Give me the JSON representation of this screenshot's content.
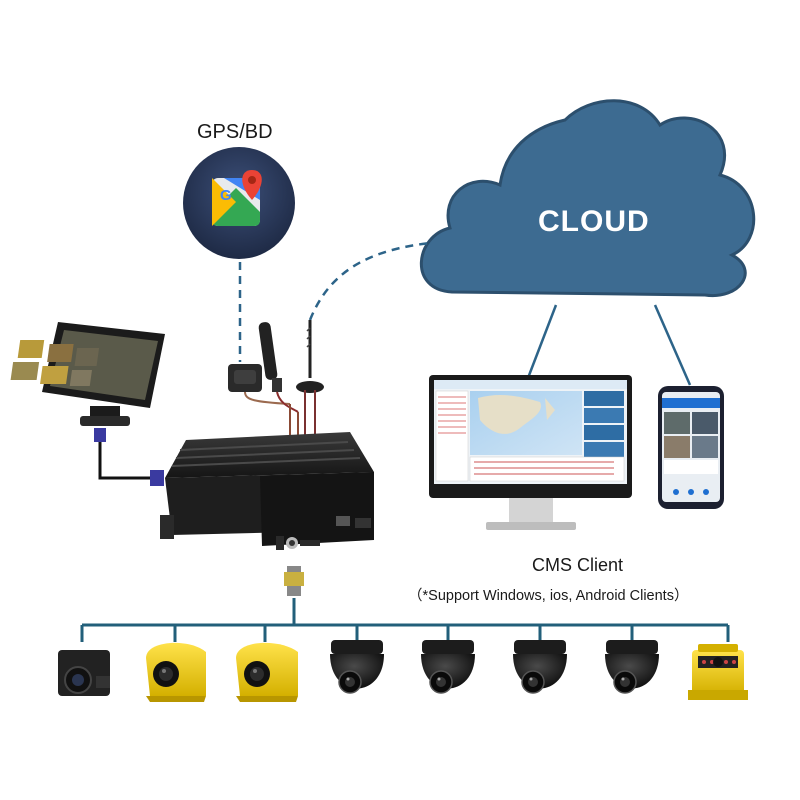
{
  "gps": {
    "label": "GPS/BD",
    "icon": "google-maps-icon"
  },
  "cloud": {
    "label": "CLOUD",
    "color": "#3d6b91",
    "outline": "#2c4f6d"
  },
  "cms": {
    "title": "CMS Client",
    "subtitle": "（*Support Windows, ios, Android Clients）"
  },
  "colors": {
    "link": "#2d6489",
    "bus": "#225f7a",
    "dvr_body": "#1a1a1a",
    "camera_yellow": "#f0d21e",
    "camera_black": "#1c1c1c",
    "gps_circle": "#2a3a5c"
  },
  "devices": {
    "monitor": "vehicle-monitor",
    "dvr": "mobile-dvr-unit",
    "gps_antenna": "gps-antenna",
    "wifi_antenna": "wifi-antenna",
    "lte_antenna": "4g-antenna",
    "desktop": "cms-desktop-monitor",
    "phone": "cms-smartphone"
  },
  "cameras": [
    "ahd-box-camera",
    "yellow-side-camera",
    "yellow-side-camera",
    "black-dome-camera",
    "black-dome-camera",
    "black-dome-camera",
    "black-dome-camera",
    "yellow-rear-camera"
  ]
}
